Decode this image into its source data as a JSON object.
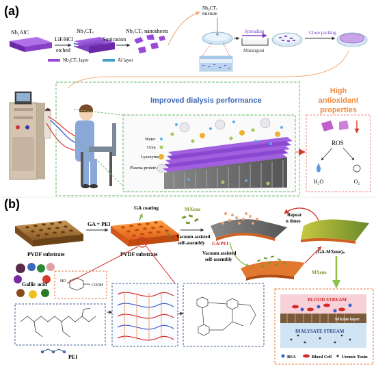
{
  "panel_a": {
    "label": "(a)",
    "nb2alc": "Nb₂AlC",
    "lif_hcl": "LiF/HCl",
    "etched": "etched",
    "nb2ctx": "Nb₂CTₓ",
    "sonication": "Sonication",
    "nanosheets": "Nb₂CTₓ nanosheets",
    "legend_nb2ctx_layer": "Nb₂CTₓ layer",
    "legend_al_layer": "Al layer",
    "mixture_line1": "Nb₂CTₓ",
    "mixture_line2": "mixture",
    "spreading": "Spreading",
    "marangoni": "Marangoni",
    "close_packing": "Close packing",
    "dialysis_title": "Improved dialysis performance",
    "antioxidant_line1": "High",
    "antioxidant_line2": "antioxidant",
    "antioxidant_line3": "properties",
    "legend_water": "Water",
    "legend_urea": "Urea",
    "legend_lysozyme": "Lysozyme",
    "legend_plasma": "Plasma protein",
    "ros": "ROS",
    "h2o": "H₂O",
    "o2": "O₂",
    "colors": {
      "title_blue": "#3a66b5",
      "orange": "#f08a3c",
      "purple": "#8a3fc8",
      "green_dash": "#6ab86a"
    }
  },
  "panel_b": {
    "label": "(b)",
    "ga_pei": "GA + PEI",
    "ga_coating": "GA coating",
    "mxene": "MXene",
    "vacuum_line1": "Vacuum assisted",
    "vacuum_line2": "self-assembly",
    "pvdf_substrate_1": "PVDF substrate",
    "pvdf_substrate_2": "PVDF substrate",
    "repeat_line1": "Repeat",
    "repeat_line2": "n times",
    "ga_pei_label": "GA/PEI",
    "ga_mxene_n": "(GA-MXene)ₙ",
    "mxene_2": "MXene",
    "vacuum2_line1": "Vacuum assisted",
    "vacuum2_line2": "self-assembly",
    "gallic_acid": "Gallic acid",
    "pei": "PEI",
    "cooh": "COOH",
    "ho": "HO",
    "blood_stream": "BLOOD STREAM",
    "dialysate_stream": "DIALYSATE STREAM",
    "mxene_layer": "MXene layer",
    "legend_bsa": "BSA",
    "legend_blood_cell": "Blood Cell",
    "legend_uremic": "Uremic Toxin",
    "colors": {
      "orange_dash": "#e8743b",
      "blue_dash": "#3a5e8c",
      "red": "#d42a2a"
    }
  }
}
